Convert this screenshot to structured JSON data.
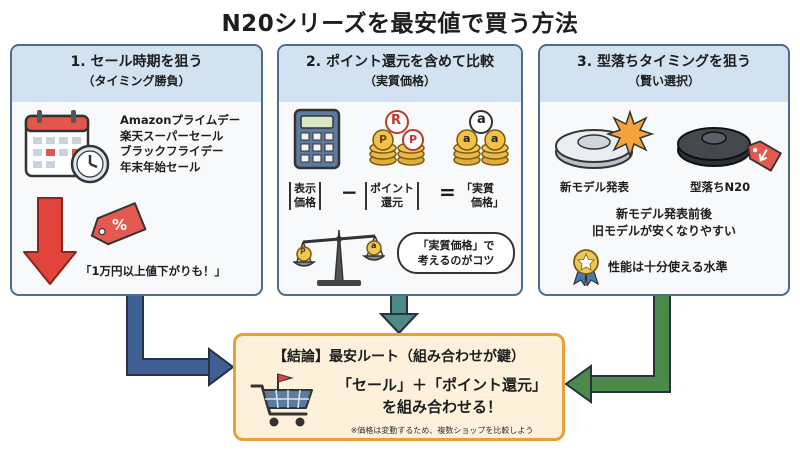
{
  "title": "N20シリーズを最安値で買う方法",
  "panels": [
    {
      "title": "1. セール時期を狙う",
      "subtitle": "（タイミング勝負）",
      "sales": [
        "Amazonプライムデー",
        "楽天スーパーセール",
        "ブラックフライデー",
        "年末年始セール"
      ],
      "tag_symbol": "%",
      "price_drop": "「1万円以上値下がりも！」"
    },
    {
      "title": "2. ポイント還元を含めて比較",
      "subtitle": "（実質価格）",
      "coin_letter_r": "R",
      "coin_letter_p": "P",
      "coin_letter_a": "a",
      "formula": {
        "display_price": [
          "表示",
          "価格"
        ],
        "minus": "−",
        "points": [
          "ポイント",
          "還元"
        ],
        "equals": "=",
        "effective": "「実質",
        "effective2": "価格」"
      },
      "bubble": [
        "「実質価格」で",
        "考えるのがコツ"
      ]
    },
    {
      "title": "3. 型落ちタイミングを狙う",
      "subtitle": "（賢い選択）",
      "new_model": "新モデル発表",
      "old_model": "型落ちN20",
      "explain": [
        "新モデル発表前後",
        "旧モデルが安くなりやすい"
      ],
      "performance": "性能は十分使える水準"
    }
  ],
  "result": {
    "header": "【結論】最安ルート（組み合わせが鍵）",
    "main": [
      "「セール」＋「ポイント還元」",
      "を組み合わせる！"
    ],
    "note": "※価格は変動するため、複数ショップを比較しよう"
  },
  "colors": {
    "panel_border": "#4d6b8b",
    "panel_header": "#d3e2f1",
    "arrow_blue": "#3e5f93",
    "arrow_teal": "#4e8a84",
    "arrow_green": "#4c8a4c",
    "drop_arrow": "#e0443a",
    "result_border": "#e8a13a",
    "result_fill": "#fdf1dc"
  }
}
